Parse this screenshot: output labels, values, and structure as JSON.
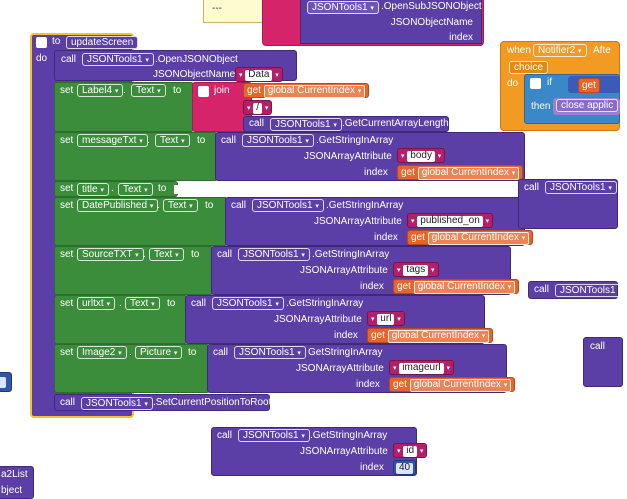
{
  "top_block": {
    "comment": "---",
    "tool_chip": "JSONTools1",
    "method": ".OpenSubJSONObject",
    "param1": "JSONObjectName",
    "param2": "index"
  },
  "proc": {
    "to": "to",
    "name": "updateScreen",
    "do": "do"
  },
  "call": "call",
  "set": "set",
  "to_kw": "to",
  "get": "get",
  "dot": ".",
  "tri": "▾",
  "gv_current": "global CurrentIndex",
  "row_open": {
    "chip": "JSONTools1",
    "method": ".OpenJSONObject",
    "param": "JSONObjectName",
    "value": "Data"
  },
  "row_label4": {
    "comp": "Label4",
    "prop": "Text",
    "join": "join",
    "slash": "/",
    "chip": "JSONTools1",
    "method": ".GetCurrentArrayLength"
  },
  "row_message": {
    "comp": "messageTxt",
    "prop": "Text",
    "chip": "JSONTools1",
    "method": ".GetStringInArray",
    "p1": "JSONArrayAttribute",
    "p2": "index",
    "value": "body"
  },
  "row_title": {
    "comp": "title",
    "prop": "Text"
  },
  "row_date": {
    "comp": "DatePublished",
    "prop": "Text",
    "chip": "JSONTools1",
    "method": ".GetStringInArray",
    "p1": "JSONArrayAttribute",
    "p2": "index",
    "value": "published_on"
  },
  "row_source": {
    "comp": "SourceTXT",
    "prop": "Text",
    "chip": "JSONTools1",
    "method": ".GetStringInArray",
    "p1": "JSONArrayAttribute",
    "p2": "index",
    "value": "tags"
  },
  "row_url": {
    "comp": "urltxt",
    "prop": "Text",
    "chip": "JSONTools1",
    "method": ".GetStringInArray",
    "p1": "JSONArrayAttribute",
    "p2": "index",
    "value": "url"
  },
  "row_image": {
    "comp": "Image2",
    "prop": "Picture",
    "chip": "JSONTools1",
    "method": "GetStringInArray",
    "p1": "JSONArrayAttribute",
    "p2": "index",
    "value": "imageurl"
  },
  "row_reset": {
    "chip": "JSONTools1",
    "method": ".SetCurrentPositionToRoot"
  },
  "bottom_block": {
    "chip": "JSONTools1",
    "method": ".GetStringInArray",
    "p1": "JSONArrayAttribute",
    "p2": "index",
    "value": "id",
    "index_value": "40"
  },
  "right_title_call": {
    "chip": "JSONTools1"
  },
  "right_url_call": {
    "chip": "JSONTools1"
  },
  "right_edge_call": "call",
  "notifier": {
    "when": "when",
    "comp": "Notifier2",
    "event": "Afte",
    "choice": "choice",
    "do": "do",
    "if": "if",
    "get": "get",
    "then": "then",
    "close": "close applic"
  },
  "left_fragments": {
    "a": "a2List",
    "b": "bject"
  }
}
